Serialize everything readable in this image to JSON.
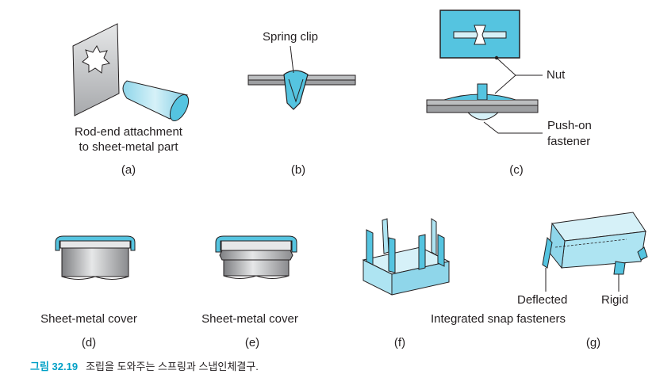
{
  "colors": {
    "accent": "#00a0c6",
    "light_blue": "#aee4f2",
    "mid_blue": "#55c4e0",
    "steel": "#b8b9bb",
    "dark_steel": "#6d6e71",
    "line": "#231f20"
  },
  "panels": {
    "a": {
      "id": "(a)",
      "caption_line1": "Rod-end attachment",
      "caption_line2": "to sheet-metal part"
    },
    "b": {
      "id": "(b)",
      "callout": "Spring clip"
    },
    "c": {
      "id": "(c)",
      "callout_nut": "Nut",
      "callout_push_line1": "Push-on",
      "callout_push_line2": "fastener"
    },
    "d": {
      "id": "(d)",
      "caption": "Sheet-metal cover"
    },
    "e": {
      "id": "(e)",
      "caption": "Sheet-metal cover"
    },
    "f": {
      "id": "(f)",
      "caption": "Integrated snap fasteners"
    },
    "g": {
      "id": "(g)",
      "callout_deflected": "Deflected",
      "callout_rigid": "Rigid"
    }
  },
  "figure_caption": {
    "label": "그림 32.19",
    "text": "조립을 도와주는 스프링과 스냅인체결구."
  }
}
